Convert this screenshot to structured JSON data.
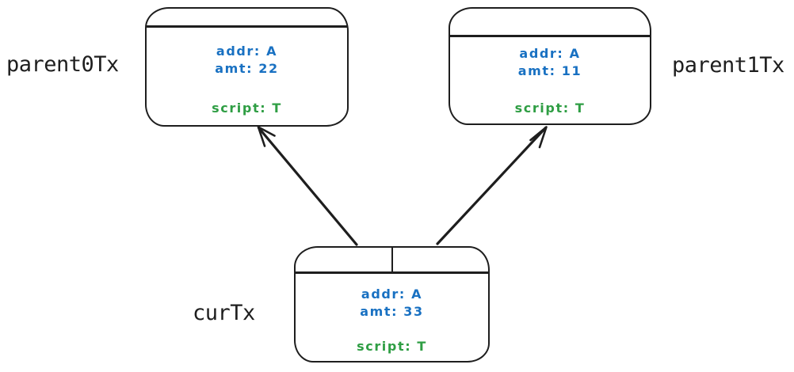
{
  "colors": {
    "stroke": "#1e1e1e",
    "value_text": "#1971c2",
    "script_text": "#2f9e44",
    "background": "#ffffff"
  },
  "nodes": [
    {
      "id": "parent0Tx",
      "label": "parent0Tx",
      "addr": "addr: A",
      "amt": "amt: 22",
      "script": "script: T"
    },
    {
      "id": "parent1Tx",
      "label": "parent1Tx",
      "addr": "addr: A",
      "amt": "amt: 11",
      "script": "script: T"
    },
    {
      "id": "curTx",
      "label": "curTx",
      "addr": "addr: A",
      "amt": "amt: 33",
      "script": "script: T"
    }
  ],
  "edges": [
    {
      "from": "curTx",
      "to": "parent0Tx"
    },
    {
      "from": "curTx",
      "to": "parent1Tx"
    }
  ]
}
